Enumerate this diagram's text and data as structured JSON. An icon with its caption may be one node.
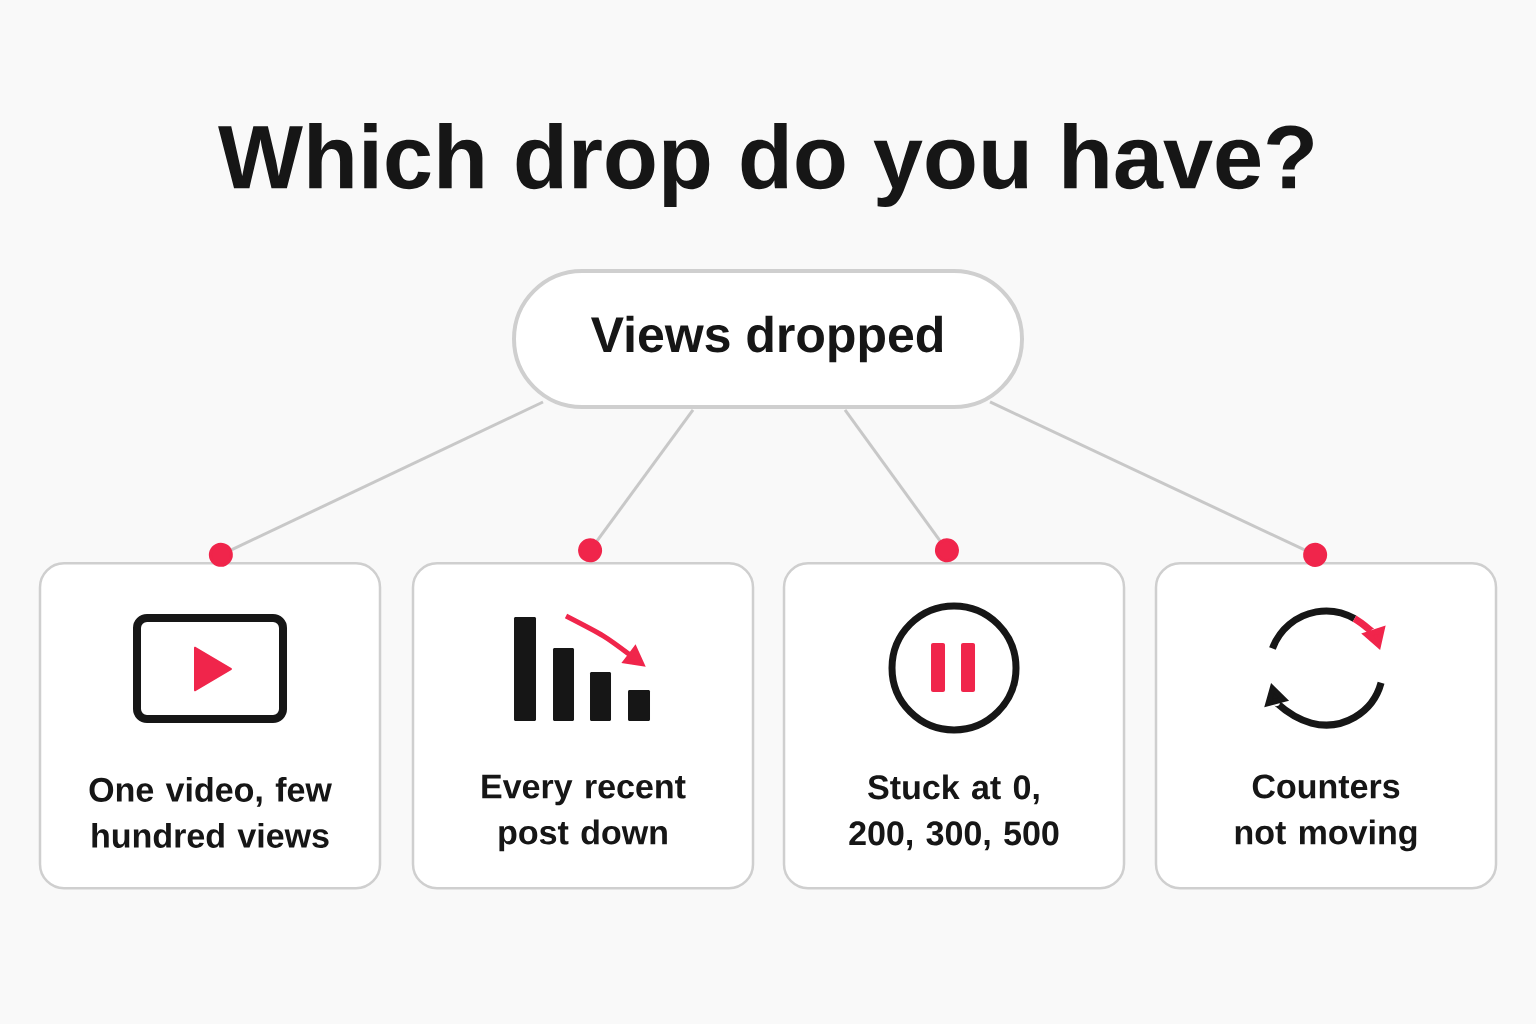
{
  "diagram": {
    "title": "Which drop do you have?",
    "nodes": [
      {
        "text": [
          "Views dropped"
        ]
      },
      {
        "text": [
          "One video, few hundred views"
        ]
      },
      {
        "text": [
          "Every recent post down"
        ]
      },
      {
        "text": [
          "Stuck at 0, 200, 300, 500"
        ]
      },
      {
        "text": [
          "Counters not moving"
        ]
      }
    ],
    "edges": [
      {
        "from": 0,
        "to": 1,
        "arrow": "other"
      },
      {
        "from": 0,
        "to": 2,
        "arrow": "other"
      },
      {
        "from": 0,
        "to": 3,
        "arrow": "other"
      },
      {
        "from": 0,
        "to": 4,
        "arrow": "other"
      }
    ]
  }
}
